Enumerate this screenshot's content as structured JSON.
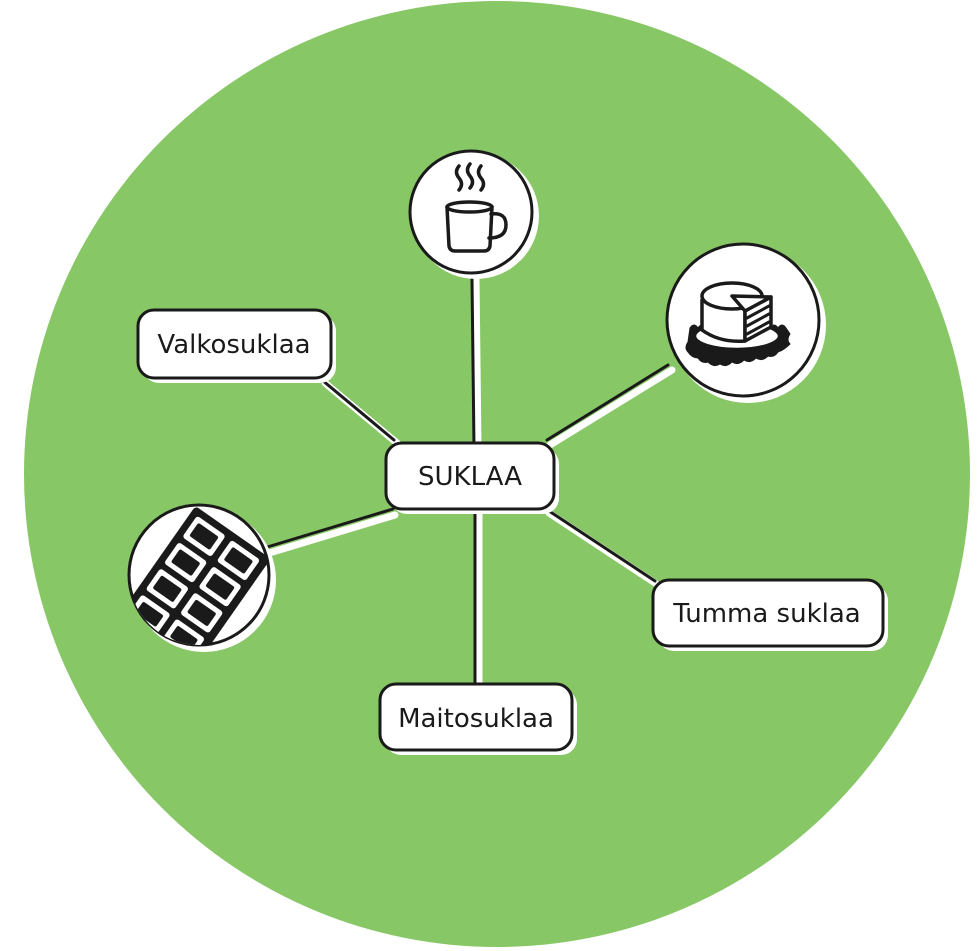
{
  "diagram": {
    "center": {
      "label": "SUKLAA"
    },
    "labels": [
      {
        "id": "valkosuklaa",
        "text": "Valkosuklaa"
      },
      {
        "id": "tumma",
        "text": "Tumma suklaa"
      },
      {
        "id": "maito",
        "text": "Maitosuklaa"
      }
    ],
    "icons": [
      {
        "id": "coffee",
        "icon": "coffee-cup-icon"
      },
      {
        "id": "cake",
        "icon": "cake-icon"
      },
      {
        "id": "bar",
        "icon": "chocolate-bar-icon"
      }
    ]
  },
  "colors": {
    "background_circle": "#88c766",
    "stroke": "#1a1a1a",
    "box_fill": "#ffffff"
  }
}
